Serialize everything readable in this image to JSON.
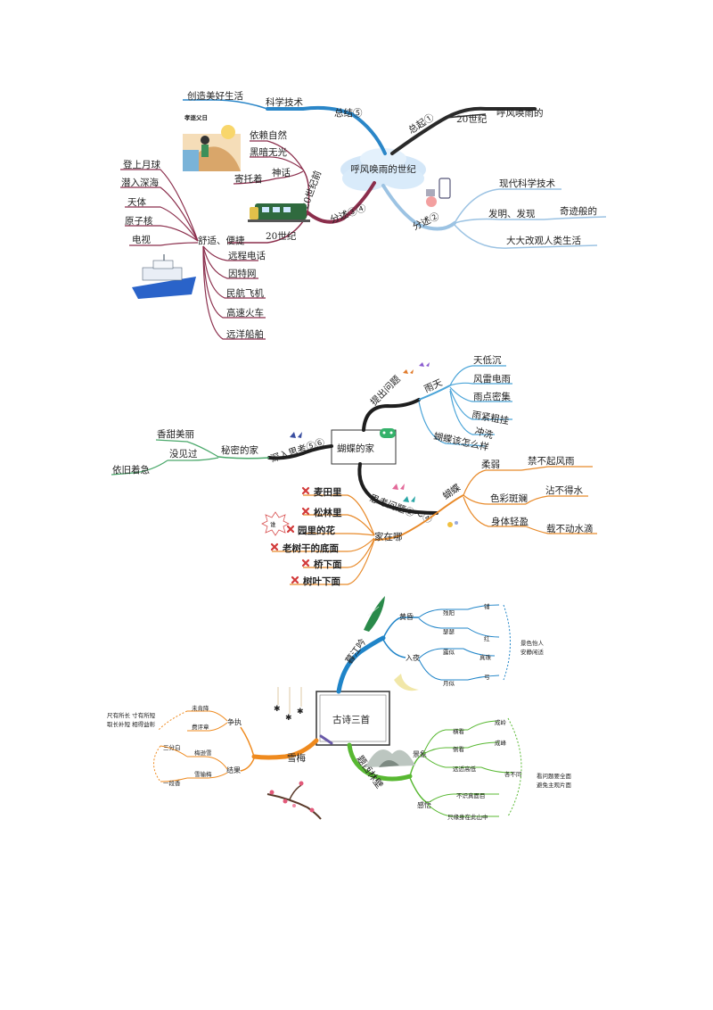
{
  "map1": {
    "center": "呼风唤雨的世纪",
    "b1": {
      "label": "总起①",
      "sub1": "20世纪",
      "sub2": "呼风唤雨的"
    },
    "b2": {
      "label": "分述②",
      "items": [
        "现代科学技术",
        "发明、发现",
        "奇迹般的",
        "大大改观人类生活"
      ]
    },
    "b3": {
      "label": "分述③④",
      "before": "20世纪前",
      "shenhua": "神话",
      "jituo": "寄托着",
      "left": [
        "依赖自然",
        "黑暗无光"
      ],
      "shi": "20世纪",
      "sb": "舒适、便捷",
      "leftTop": [
        "登上月球",
        "潜入深海",
        "天体",
        "原子核",
        "电视"
      ],
      "down": [
        "远程电话",
        "因特网",
        "民航飞机",
        "高速火车",
        "远洋船舶"
      ]
    },
    "b4": {
      "label": "总结⑤",
      "kx": "科学技术",
      "cz": "创造美好生活"
    },
    "pic_text": "孝逐父日"
  },
  "map2": {
    "center": "蝴蝶的家",
    "tc": {
      "label": "提出问题",
      "yt": "雨天",
      "items": [
        "天低沉",
        "风雷电雨",
        "雨点密集",
        "雨紧粗挂",
        "冲洗"
      ],
      "q": "蝴蝶该怎么样"
    },
    "sk": {
      "label": "深入思考⑤⑥",
      "home": "秘密的家",
      "items": [
        "香甜美丽",
        "没见过",
        "依旧着急"
      ]
    },
    "jj": {
      "label": "思考问题②～④",
      "hd": "蝴蝶",
      "rr": "柔弱",
      "jbz": "禁不起风雨",
      "se": "色彩斑斓",
      "zbd": "沾不得水",
      "sq": "身体轻盈",
      "cbd": "载不动水滴"
    },
    "home": {
      "label": "家在哪",
      "items": [
        "麦田里",
        "松林里",
        "园里的花",
        "老树干的底面",
        "桥下面",
        "树叶下面"
      ],
      "badge": "谁"
    }
  },
  "map3": {
    "center": "古诗三首",
    "dj": {
      "label": "暮江吟",
      "jx": "黄昏",
      "rh": "入夜",
      "items": [
        "残阳",
        "瑟瑟",
        "露似",
        "月似"
      ],
      "far": [
        "铺",
        "红",
        "真珠",
        "弓"
      ],
      "note": "景色怡人 安静闲适"
    },
    "tb": {
      "label": "题西林壁",
      "jg": "景象",
      "items": [
        "横看",
        "侧看",
        "远近高低",
        "不识真面目",
        "只缘身在此山中"
      ],
      "far": [
        "成岭",
        "成峰",
        "各不同"
      ],
      "gw": "感悟",
      "note": "看问题要全面 避免主观片面"
    },
    "xm": {
      "label": "雪梅",
      "zf": "争执",
      "items": [
        "未肯降",
        "费评章",
        "三分白",
        "一段香",
        "梅逊雪",
        "雪输梅"
      ],
      "jl": "结果",
      "note": "尺有所长 寸有所短 取长补短 相得益彰"
    }
  }
}
